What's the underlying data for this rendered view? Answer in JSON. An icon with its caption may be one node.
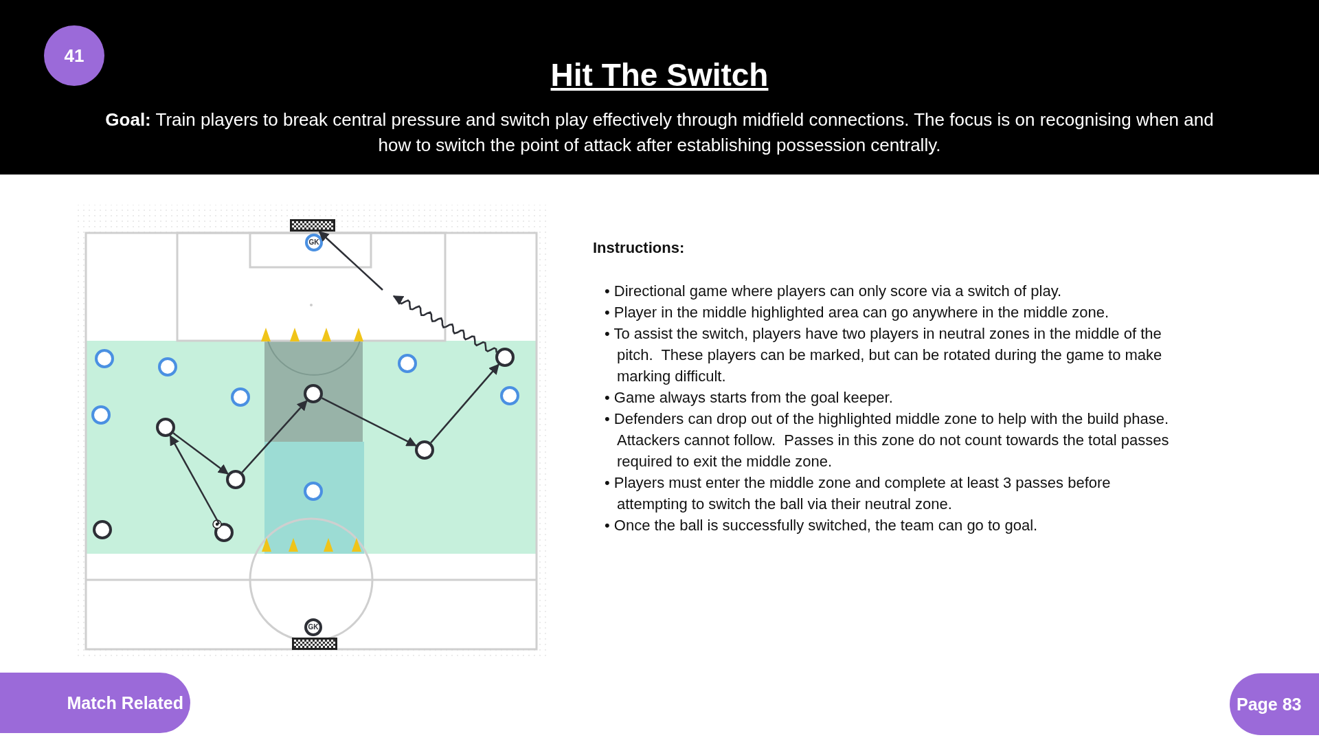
{
  "diagram": {
    "title": "Hit The Switch",
    "nodes": [
      {
        "text": [],
        "shape": "goal"
      },
      {
        "text": [
          "GK"
        ]
      },
      {
        "text": [],
        "shape": "circle"
      },
      {
        "text": [],
        "shape": "circle"
      },
      {
        "text": [],
        "shape": "circle"
      },
      {
        "text": [],
        "shape": "circle"
      },
      {
        "text": [],
        "shape": "circle"
      },
      {
        "text": [],
        "shape": "circle"
      },
      {
        "text": [],
        "shape": "circle"
      },
      {
        "text": [],
        "shape": "circle"
      },
      {
        "text": [],
        "shape": "circle"
      },
      {
        "text": [],
        "shape": "circle"
      },
      {
        "text": [],
        "shape": "circle"
      },
      {
        "text": [],
        "shape": "circle"
      },
      {
        "text": [],
        "shape": "circle"
      },
      {
        "text": [],
        "shape": "circle"
      },
      {
        "text": [
          "GK"
        ]
      },
      {
        "text": [],
        "shape": "goal"
      }
    ],
    "edges": [
      {
        "from": 14,
        "to": 9,
        "arrow": "to"
      },
      {
        "from": 9,
        "to": 12,
        "arrow": "to"
      },
      {
        "from": 12,
        "to": 8,
        "arrow": "to"
      },
      {
        "from": 8,
        "to": 11,
        "arrow": "to"
      },
      {
        "from": 11,
        "to": 2,
        "arrow": "to"
      },
      {
        "from": 2,
        "to": null,
        "arrow": "to"
      },
      {
        "from": null,
        "to": 0,
        "arrow": "to"
      }
    ],
    "labels": [
      "41",
      "**Goal:** Train players to break central pressure and switch play effectively through midfield connections. The focus is on recognising when and how to switch the point of attack after establishing possession centrally.",
      "Instructions:",
      "• Directional game where players can only score via a switch of play.",
      "• Player in the middle highlighted area can go anywhere in the middle zone.",
      "• To assist the switch, players have two players in neutral zones in the middle of the pitch.  These players can be marked, but can be rotated during the game to make marking difficult.",
      "• Game always starts from the goal keeper.",
      "• Defenders can drop out of the highlighted middle zone to help with the build phase.  Attackers cannot follow.  Passes in this zone do not count towards the total passes required to exit the middle zone.",
      "• Players must enter the middle zone and complete at least 3 passes before attempting to switch the ball via their neutral zone.",
      "• Once the ball is successfully switched, the team can go to goal.",
      "Match Related",
      "Page 83"
    ]
  }
}
